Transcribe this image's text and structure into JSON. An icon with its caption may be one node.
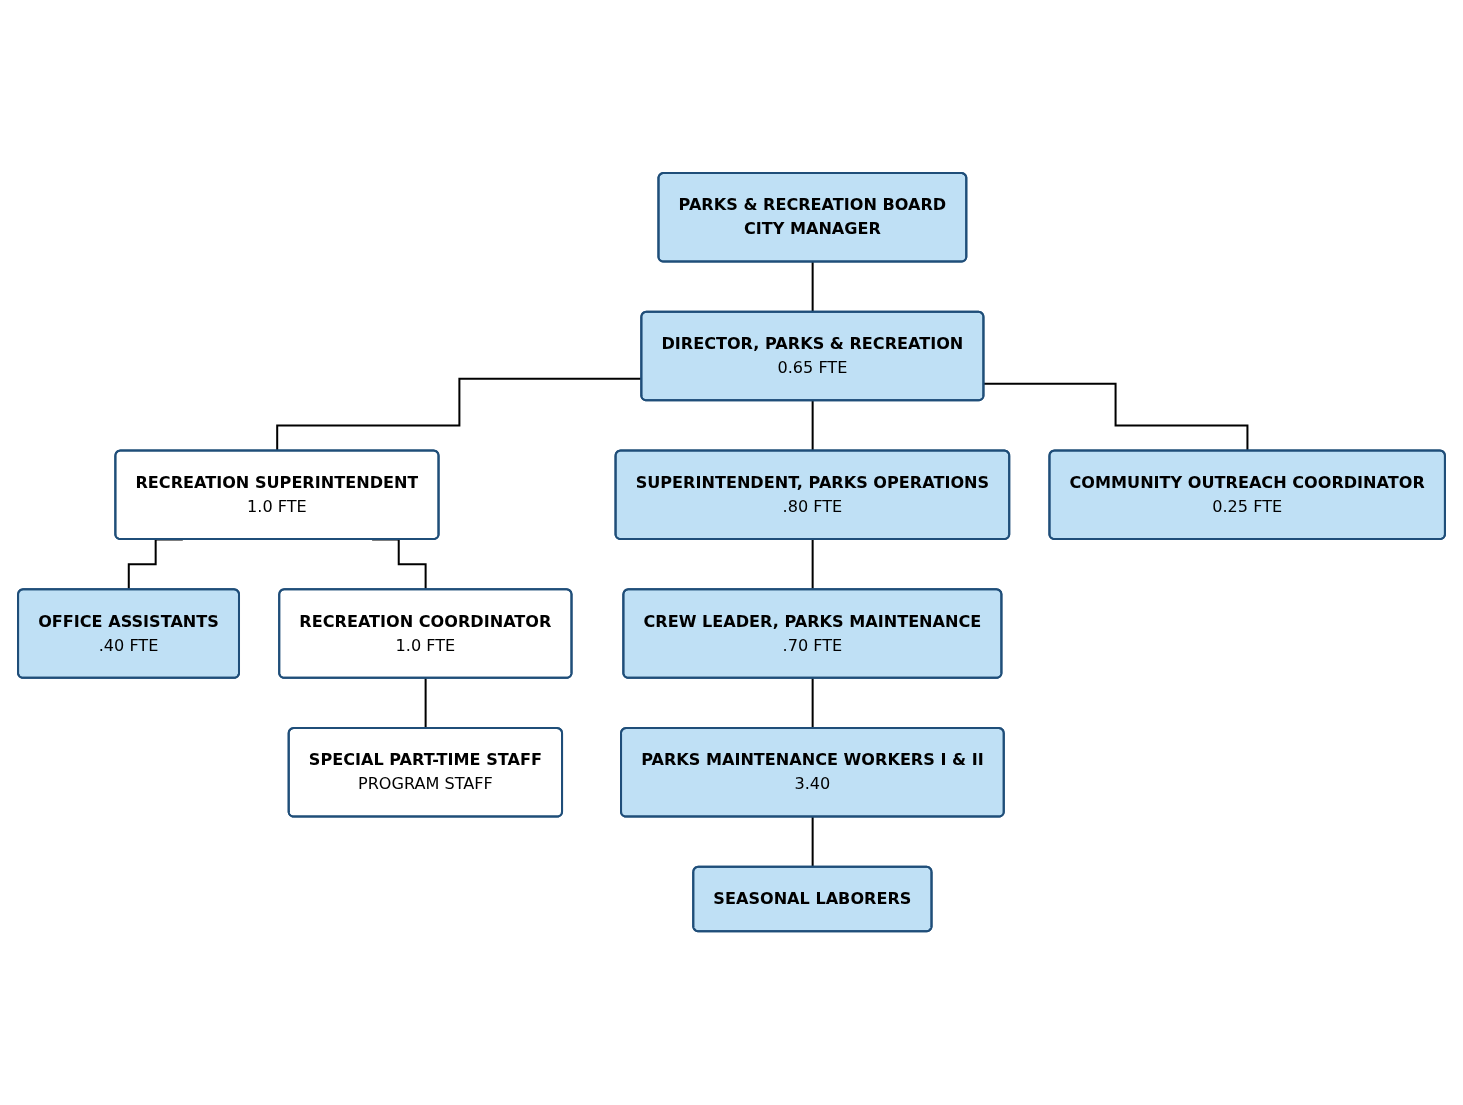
{
  "diagram": {
    "nodes": [
      {
        "text": [
          "PARKS & RECREATION BOARD",
          "CITY MANAGER"
        ]
      },
      {
        "text": [
          "DIRECTOR, PARKS & RECREATION",
          "0.65 FTE"
        ]
      },
      {
        "text": [
          "RECREATION SUPERINTENDENT",
          "1.0 FTE"
        ]
      },
      {
        "text": [
          "SUPERINTENDENT, PARKS OPERATIONS",
          ".80 FTE"
        ]
      },
      {
        "text": [
          "OFFICE ASSISTANTS",
          ".40 FTE"
        ]
      },
      {
        "text": [
          "CREW LEADER, PARKS MAINTENANCE",
          ".70 FTE"
        ]
      },
      {
        "text": [
          "RECREATION COORDINATOR",
          "1.0 FTE"
        ]
      },
      {
        "text": [
          "PARKS MAINTENANCE WORKERS I & II",
          "3.40"
        ]
      },
      {
        "text": [
          "SPECIAL PART-TIME STAFF",
          "PROGRAM STAFF"
        ]
      },
      {
        "text": [
          "SEASONAL LABORERS"
        ]
      },
      {
        "text": [
          "COMMUNITY OUTREACH COORDINATOR",
          "0.25 FTE"
        ]
      }
    ],
    "edges": [
      {
        "from": 0,
        "to": 1,
        "arrow": "none"
      },
      {
        "from": 1,
        "to": 2,
        "arrow": "none"
      },
      {
        "from": 1,
        "to": 3,
        "arrow": "none"
      },
      {
        "from": 1,
        "to": 10,
        "arrow": "none"
      },
      {
        "from": 2,
        "to": 4,
        "arrow": "none"
      },
      {
        "from": 2,
        "to": 6,
        "arrow": "none"
      },
      {
        "from": 6,
        "to": 8,
        "arrow": "none"
      },
      {
        "from": 3,
        "to": 5,
        "arrow": "none"
      },
      {
        "from": 5,
        "to": 7,
        "arrow": "none"
      },
      {
        "from": 7,
        "to": 9,
        "arrow": "none"
      }
    ]
  }
}
